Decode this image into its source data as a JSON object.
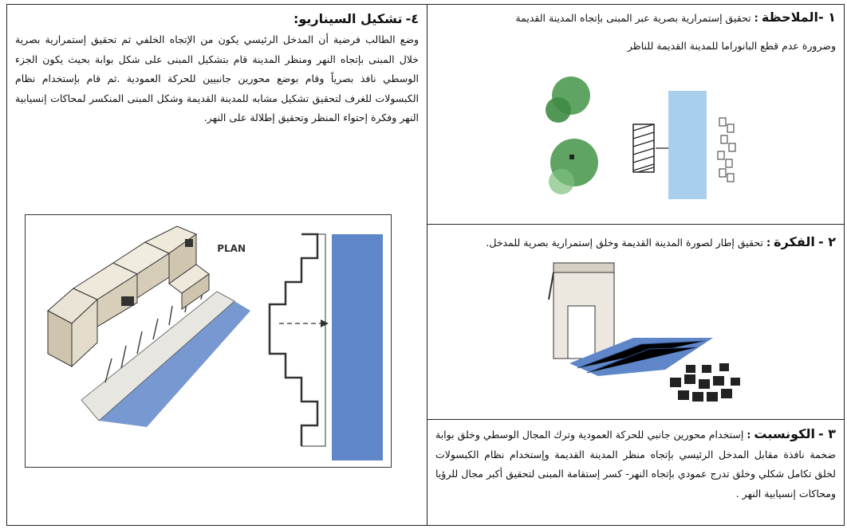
{
  "scenario": {
    "number": "٤-",
    "title": "تشكيل السيناريو:",
    "body": "وضع الطالب فرضية أن المدخل الرئيسي يكون من الإتجاه الخلفي ثم تحقيق إستمرارية بصرية خلال المبنى بإتجاه النهر ومنظر المدينة قام بتشكيل المبنى على شكل بوابة بحيث يكون الجزء الوسطي نافذ بصرياً وقام بوضع محورين جانبيين للحركة العمودية .ثم قام بإستخدام نظام الكبسولات للغرف لتحقيق تشكيل مشابه للمدينة القديمة وشكل المبنى المنكسر لمحاكات إنسيابية النهر وفكرة إحتواء المنظر وتحقيق إطلالة على النهر.",
    "plan_label": "PLAN"
  },
  "observation": {
    "number": "١ -",
    "title": "الملاحظة",
    "colon": ":",
    "text_line1": "تحقيق إستمرارية بصرية عبر المبنى بإتجاه المدينة القديمة",
    "text_line2": "وضرورة عدم قطع البانوراما للمدينة القديمة للناظر"
  },
  "idea": {
    "number": "٢ -",
    "title": "الفكرة",
    "colon": ":",
    "text": "تحقيق إطار لصورة المدينة القديمة وخلق إستمرارية بصرية للمدخل."
  },
  "concept": {
    "number": "٣ -",
    "title": "الكونسبت",
    "colon": ":",
    "body": "إستخدام محورين جانبي للحركة العمودية وترك المجال الوسطي وخلق بوابة ضخمة نافذة مقابل المدخل الرئيسي بإتجاه منظر المدينة القديمة وإستخدام نظام الكبسولات لخلق تكامل شكلي وخلق تدرج عمودي بإتجاه النهر- كسر إستقامة المبنى لتحقيق أكبر مجال للرؤيا ومحاكات إنسيابية النهر ."
  },
  "colors": {
    "river_blue": "#a9cfee",
    "river_dark": "#5f86c8",
    "tree_green": "#4f9a52",
    "stone": "#d9d2c2"
  }
}
